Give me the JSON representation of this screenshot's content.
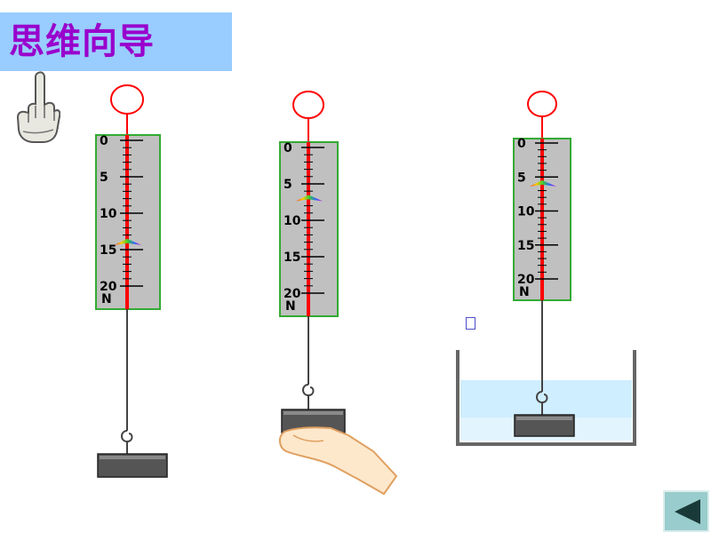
{
  "header": {
    "title": "思维向导"
  },
  "icons": {
    "pointer": "pointing-hand-icon",
    "back": "back-arrow-icon",
    "placeholder": "missing-glyph-icon"
  },
  "colors": {
    "title_bg": "#99ccff",
    "title_text": "#9900cc",
    "scale_fill": "#c0c0c0",
    "scale_border": "#33aa33",
    "needle": "#ff0000",
    "water": "#cceeff",
    "block": "#555555",
    "nav_button": "#99cccc"
  },
  "diagram": {
    "scales": [
      {
        "id": "scale-hanging",
        "tick_labels": [
          "0",
          "5",
          "10",
          "15",
          "20"
        ],
        "unit": "N",
        "reading": 14,
        "scenario": "hanging in air"
      },
      {
        "id": "scale-hand",
        "tick_labels": [
          "0",
          "5",
          "10",
          "15",
          "20"
        ],
        "unit": "N",
        "reading": 7,
        "scenario": "supported by hand"
      },
      {
        "id": "scale-water",
        "tick_labels": [
          "0",
          "5",
          "10",
          "15",
          "20"
        ],
        "unit": "N",
        "reading": 6,
        "scenario": "submerged in water"
      }
    ]
  },
  "stray_glyph": "□"
}
